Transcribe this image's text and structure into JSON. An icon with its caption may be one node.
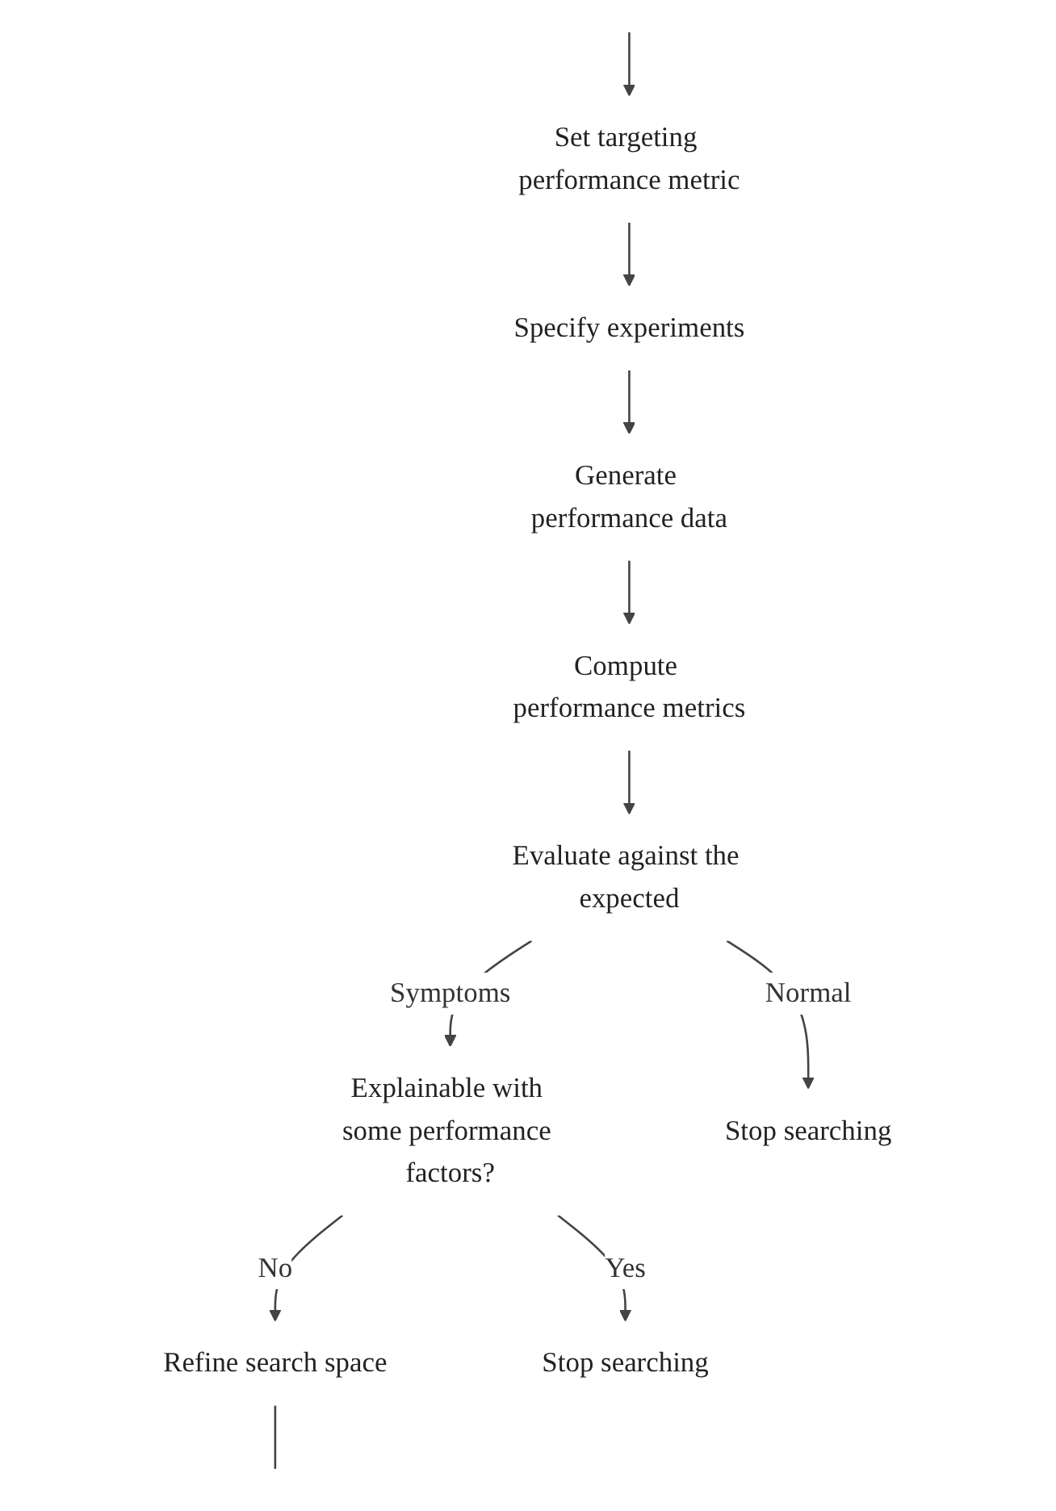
{
  "diagram": {
    "nodes": [
      {
        "text": [
          "Set targeting performance metric"
        ]
      },
      {
        "text": [
          "Specify experiments"
        ]
      },
      {
        "text": [
          "Generate performance data"
        ]
      },
      {
        "text": [
          "Compute performance metrics"
        ]
      },
      {
        "text": [
          "Evaluate against the expected"
        ]
      },
      {
        "text": [
          "Explainable with some performance factors?"
        ]
      },
      {
        "text": [
          "Stop searching"
        ]
      },
      {
        "text": [
          "Refine search space"
        ]
      },
      {
        "text": [
          "Stop searching"
        ]
      }
    ],
    "edges": [
      {
        "from": null,
        "to": 0,
        "arrow": "to"
      },
      {
        "from": 0,
        "to": 1,
        "arrow": "to"
      },
      {
        "from": 1,
        "to": 2,
        "arrow": "to"
      },
      {
        "from": 2,
        "to": 3,
        "arrow": "to"
      },
      {
        "from": 3,
        "to": 4,
        "arrow": "to"
      },
      {
        "from": 4,
        "to": 5,
        "label": "Symptoms",
        "arrow": "to"
      },
      {
        "from": 4,
        "to": 6,
        "label": "Normal",
        "arrow": "to"
      },
      {
        "from": 5,
        "to": 7,
        "label": "No",
        "arrow": "to"
      },
      {
        "from": 5,
        "to": 8,
        "label": "Yes",
        "arrow": "to"
      },
      {
        "from": 7,
        "to": null,
        "arrow": "none"
      }
    ]
  }
}
